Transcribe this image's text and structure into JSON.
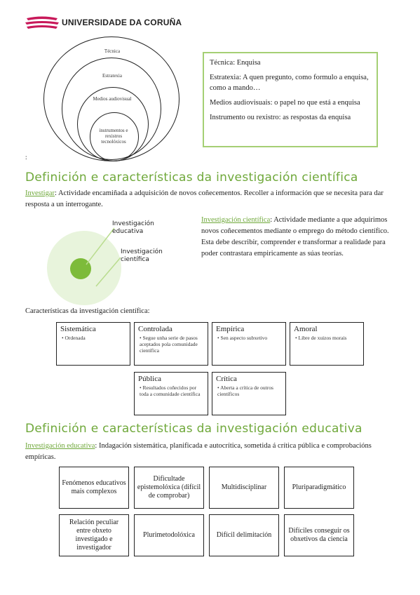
{
  "header": {
    "university": "UNIVERSIDADE DA CORUÑA"
  },
  "nested_circles": {
    "outer": "Técnica",
    "second": "Estratexia",
    "third": "Medios audiovisual",
    "inner": "instrumentos e rexistros tecnolóxicos"
  },
  "marker": ":",
  "definitions_box": {
    "tecnica": "Técnica: Enquisa",
    "estratexia": "Estratexia: A quen pregunto, como formulo a enquisa, como a mando…",
    "medios": "Medios audiovisuais: o papel no que está a enquisa",
    "instrumento": "Instrumento ou rexistro: as respostas da enquisa"
  },
  "section1": {
    "heading": "Definición e características da investigación científica",
    "investigar_term": "Investigar",
    "investigar_text": ": Actividade encamiñada a adquisición de novos coñecementos. Recoller a información que se necesita para dar resposta a un interrogante.",
    "ic_term": "Investigación científica",
    "ic_text": ": Actividade mediante a que adquirimos novos coñecementos mediante o emprego do método científico. Esta debe describir, comprender e transformar a realidade para poder contrastara empiricamente as súas teorías.",
    "venn_label_outer": "Investigación educativa",
    "venn_label_inner": "Investigación científica",
    "characteristics_title": "Características da investigación científica:",
    "cards": [
      {
        "title": "Sistemática",
        "desc": "• Ordenada"
      },
      {
        "title": "Controlada",
        "desc": "• Segue unha serie de pasos aceptados pola comunidade científica"
      },
      {
        "title": "Empírica",
        "desc": "• Sen aspecto subxetivo"
      },
      {
        "title": "Amoral",
        "desc": "• Libre de xuizos morais"
      },
      {
        "title": "Pública",
        "desc": "• Resultados coñecidos por toda a comunidade científica"
      },
      {
        "title": "Crítica",
        "desc": "• Aberta a crítica de outros científicos"
      }
    ]
  },
  "section2": {
    "heading": "Definición e características da investigación educativa",
    "ie_term": "Investigación educativa",
    "ie_text": ": Indagación sistemática, planificada e autocrítica, sometida á crítica pública e comprobacións empíricas.",
    "boxes": [
      "Fenómenos educativos mais complexos",
      "Dificultade epistemolóxica (difícil de comprobar)",
      "Multidisciplinar",
      "Pluriparadigmático",
      "Relación peculiar entre obxeto investigado e investigador",
      "Plurimetodolóxica",
      "Difícil delimitación",
      "Difíciles conseguir os obxetivos da ciencia"
    ]
  },
  "colors": {
    "accent_green": "#6fa83a",
    "light_green": "#e8f4dc",
    "pink": "#c8195a",
    "box_border": "#a5cf74"
  }
}
